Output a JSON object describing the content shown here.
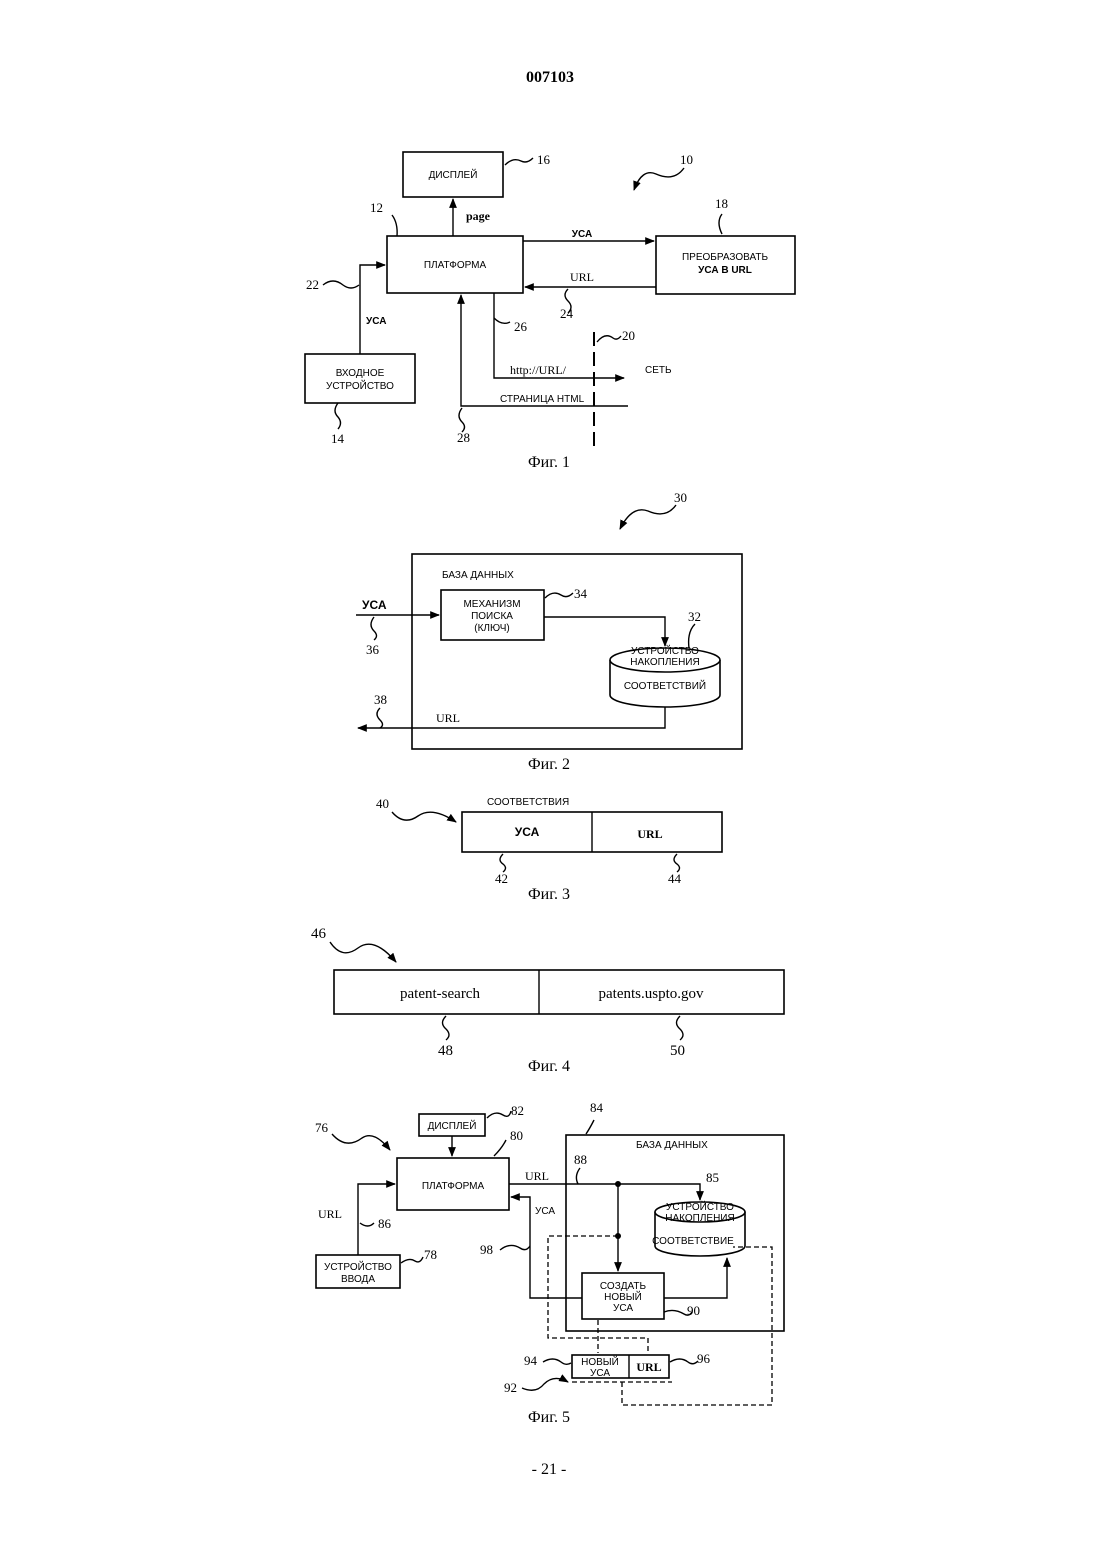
{
  "doc_number": "007103",
  "page_number": "- 21 -",
  "fig1": {
    "caption": "Фиг. 1",
    "display": "ДИСПЛЕЙ",
    "platform": "ПЛАТФОРМА",
    "convert": [
      "ПРЕОБРАЗОВАТЬ",
      "УСА В URL"
    ],
    "input_device": [
      "ВХОДНОЕ",
      "УСТРОЙСТВО"
    ],
    "page_label": "page",
    "yca_top": "УСА",
    "url_back": "URL",
    "yca_left": "УСА",
    "http_label": "http://URL/",
    "network": "СЕТЬ",
    "html_page": "СТРАНИЦА HTML",
    "refs": {
      "r10": "10",
      "r12": "12",
      "r14": "14",
      "r16": "16",
      "r18": "18",
      "r20": "20",
      "r22": "22",
      "r24": "24",
      "r26": "26",
      "r28": "28"
    }
  },
  "fig2": {
    "caption": "Фиг. 2",
    "database": "БАЗА ДАННЫХ",
    "search": [
      "МЕХАНИЗМ",
      "ПОИСКА",
      "(КЛЮЧ)"
    ],
    "storage": [
      "УСТРОЙСТВО",
      "НАКОПЛЕНИЯ",
      "СООТВЕТСТВИЙ"
    ],
    "yca_in": "УСА",
    "url_out": "URL",
    "refs": {
      "r30": "30",
      "r32": "32",
      "r34": "34",
      "r36": "36",
      "r38": "38"
    }
  },
  "fig3": {
    "caption": "Фиг. 3",
    "title": "СООТВЕТСТВИЯ",
    "col_left": "УСА",
    "col_right": "URL",
    "refs": {
      "r40": "40",
      "r42": "42",
      "r44": "44"
    }
  },
  "fig4": {
    "caption": "Фиг. 4",
    "col_left": "patent-search",
    "col_right": "patents.uspto.gov",
    "refs": {
      "r46": "46",
      "r48": "48",
      "r50": "50"
    }
  },
  "fig5": {
    "caption": "Фиг. 5",
    "display": "ДИСПЛЕЙ",
    "platform": "ПЛАТФОРМА",
    "input_device": [
      "УСТРОЙСТВО",
      "ВВОДА"
    ],
    "database": "БАЗА ДАННЫХ",
    "storage": [
      "УСТРОЙСТВО",
      "НАКОПЛЕНИЯ",
      "СООТВЕТСТВИЕ"
    ],
    "create": [
      "СОЗДАТЬ",
      "НОВЫЙ",
      "УСА"
    ],
    "new_yca": [
      "НОВЫЙ",
      "УСА"
    ],
    "url_cell": "URL",
    "url_left": "URL",
    "url_top": "URL",
    "yca_back": "УСА",
    "refs": {
      "r76": "76",
      "r78": "78",
      "r80": "80",
      "r82": "82",
      "r84": "84",
      "r85": "85",
      "r86": "86",
      "r88": "88",
      "r90": "90",
      "r92": "92",
      "r94": "94",
      "r96": "96",
      "r98": "98"
    }
  }
}
